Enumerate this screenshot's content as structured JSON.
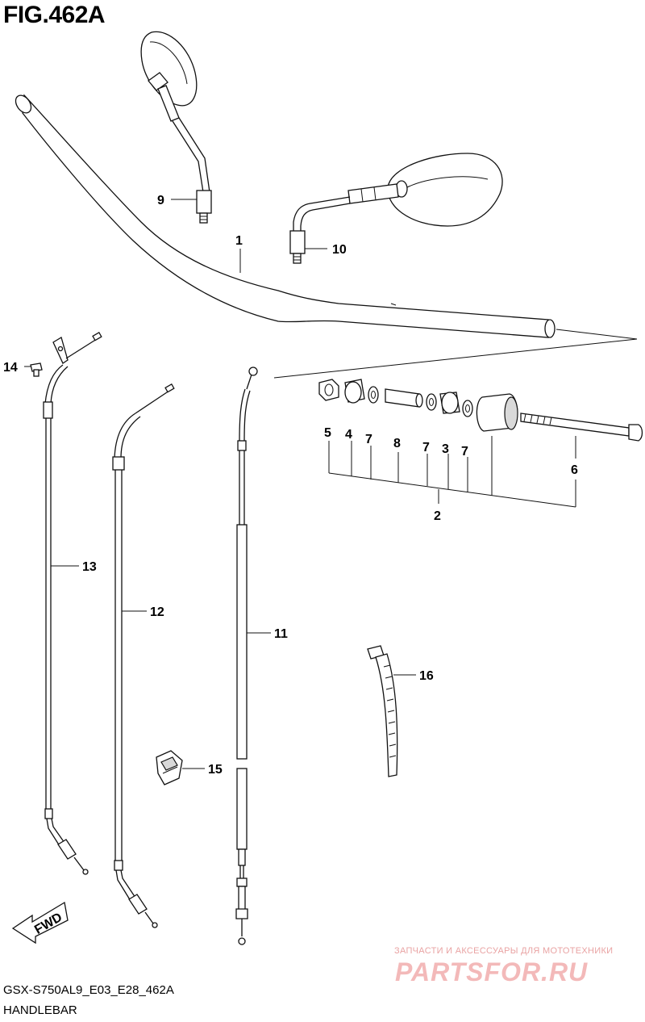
{
  "figure": {
    "title": "FIG.462A",
    "model_code": "GSX-S750AL9_E03_E28_462A",
    "section_name": "HANDLEBAR",
    "fwd_label": "FWD"
  },
  "watermark": {
    "small_text": "ЗАПЧАСТИ И АКСЕССУАРЫ ДЛЯ МОТОТЕХНИКИ",
    "brand_text": "PARTSFOR.RU"
  },
  "callouts": [
    {
      "id": "c1",
      "label": "1"
    },
    {
      "id": "c2",
      "label": "2"
    },
    {
      "id": "c3",
      "label": "3"
    },
    {
      "id": "c4",
      "label": "4"
    },
    {
      "id": "c5",
      "label": "5"
    },
    {
      "id": "c6",
      "label": "6"
    },
    {
      "id": "c7a",
      "label": "7"
    },
    {
      "id": "c7b",
      "label": "7"
    },
    {
      "id": "c7c",
      "label": "7"
    },
    {
      "id": "c8",
      "label": "8"
    },
    {
      "id": "c9",
      "label": "9"
    },
    {
      "id": "c10",
      "label": "10"
    },
    {
      "id": "c11",
      "label": "11"
    },
    {
      "id": "c12",
      "label": "12"
    },
    {
      "id": "c13",
      "label": "13"
    },
    {
      "id": "c14",
      "label": "14"
    },
    {
      "id": "c15",
      "label": "15"
    },
    {
      "id": "c16",
      "label": "16"
    }
  ],
  "colors": {
    "line": "#111111",
    "watermark": "#f3b9b9"
  }
}
